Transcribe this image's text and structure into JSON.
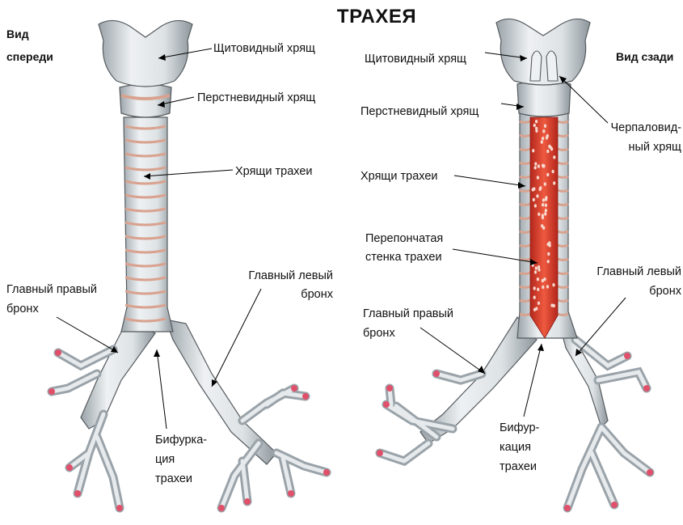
{
  "title": "ТРАХЕЯ",
  "front": {
    "view_label": [
      "Вид",
      "спереди"
    ],
    "labels": {
      "thyroid": [
        "Щитовидный хрящ"
      ],
      "cricoid": [
        "Перстневидный хрящ"
      ],
      "rings": [
        "Хрящи трахеи"
      ],
      "left_bronchus": [
        "Главный левый",
        "бронх"
      ],
      "right_bronchus": [
        "Главный правый",
        "бронх"
      ],
      "bifurcation": [
        "Бифурка-",
        "ция",
        "трахеи"
      ]
    }
  },
  "back": {
    "view_label": [
      "Вид сзади"
    ],
    "labels": {
      "thyroid": [
        "Щитовидный хрящ"
      ],
      "arytenoid": [
        "Черпаловид-",
        "ный хрящ"
      ],
      "cricoid": [
        "Перстневидный хрящ"
      ],
      "rings": [
        "Хрящи трахеи"
      ],
      "membrane": [
        "Перепончатая",
        "стенка трахеи"
      ],
      "left_bronchus": [
        "Главный левый",
        "бронх"
      ],
      "right_bronchus": [
        "Главный правый",
        "бронх"
      ],
      "bifurcation": [
        "Бифур-",
        "кация",
        "трахеи"
      ]
    }
  },
  "colors": {
    "cartilage": "#dfe3e6",
    "ring_band": "#d9a28f",
    "membrane": "#d8382a",
    "outline": "#555a5e",
    "tip": "#e0506a"
  }
}
